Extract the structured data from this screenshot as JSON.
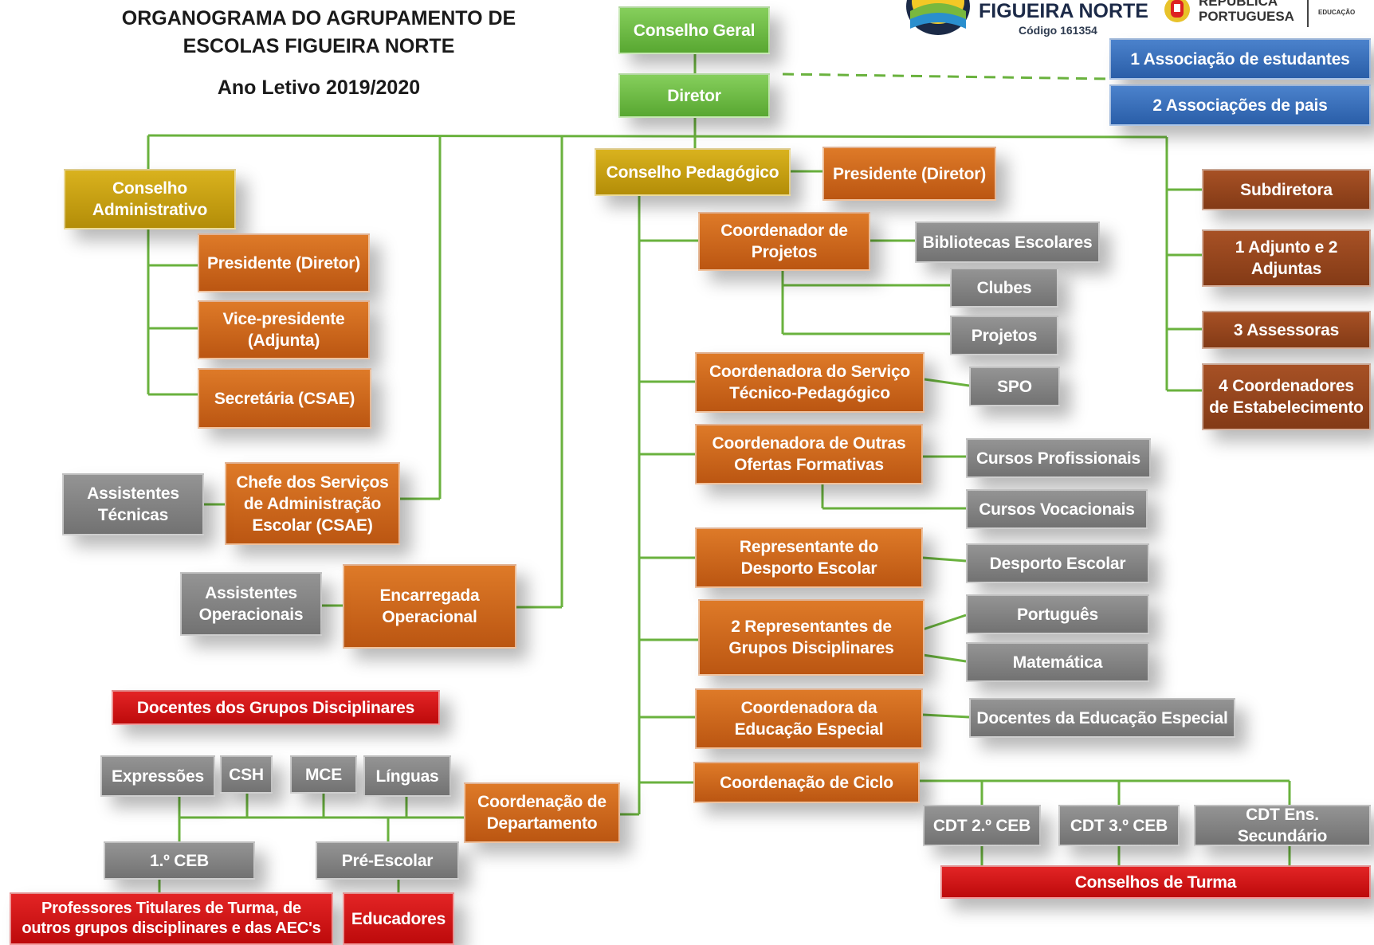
{
  "header": {
    "title_line1": "ORGANOGRAMA DO AGRUPAMENTO DE",
    "title_line2": "ESCOLAS FIGUEIRA NORTE",
    "year": "Ano Letivo 2019/2020"
  },
  "logo": {
    "school_name": "FIGUEIRA NORTE",
    "code": "Código 161354",
    "republic_line1": "REPÚBLICA",
    "republic_line2": "PORTUGUESA",
    "ministry": "EDUCAÇÃO"
  },
  "colors": {
    "green": "#6ab23e",
    "gold": "#c9a010",
    "orange": "#cc6a1c",
    "brown": "#95461d",
    "gray": "#828282",
    "blue": "#3a6fb8",
    "red": "#d01516"
  },
  "nodes": {
    "conselho_geral": "Conselho Geral",
    "diretor": "Diretor",
    "assoc_estudantes": "1 Associação de estudantes",
    "assoc_pais": "2 Associações de pais",
    "conselho_administrativo": "Conselho Administrativo",
    "ca_presidente": "Presidente (Diretor)",
    "ca_vice": "Vice-presidente (Adjunta)",
    "ca_secretaria": "Secretária (CSAE)",
    "chefe_servicos": "Chefe dos Serviços de Administração Escolar (CSAE)",
    "assistentes_tecnicas": "Assistentes Técnicas",
    "encarregada": "Encarregada Operacional",
    "assistentes_operacionais": "Assistentes Operacionais",
    "conselho_pedagogico": "Conselho Pedagógico",
    "cp_presidente": "Presidente (Diretor)",
    "coord_projetos": "Coordenador de Projetos",
    "bibliotecas": "Bibliotecas Escolares",
    "clubes": "Clubes",
    "projetos": "Projetos",
    "coord_servico": "Coordenadora do Serviço Técnico-Pedagógico",
    "spo": "SPO",
    "coord_ofertas": "Coordenadora de Outras Ofertas Formativas",
    "cursos_profissionais": "Cursos Profissionais",
    "cursos_vocacionais": "Cursos Vocacionais",
    "rep_desporto": "Representante do Desporto Escolar",
    "desporto_escolar": "Desporto Escolar",
    "rep_grupos": "2 Representantes de Grupos Disciplinares",
    "portugues": "Português",
    "matematica": "Matemática",
    "coord_educacao_especial": "Coordenadora da Educação Especial",
    "docentes_ee": "Docentes da Educação Especial",
    "coord_ciclo": "Coordenação de Ciclo",
    "cdt_2": "CDT 2.º CEB",
    "cdt_3": "CDT 3.º CEB",
    "cdt_sec": "CDT Ens. Secundário",
    "conselhos_turma": "Conselhos de Turma",
    "subdiretora": "Subdiretora",
    "adjuntos": "1 Adjunto e 2 Adjuntas",
    "assessoras": "3 Assessoras",
    "coord_estabelecimento": "4 Coordenadores de Estabelecimento",
    "docentes_grupos": "Docentes dos Grupos Disciplinares",
    "expressoes": "Expressões",
    "csh": "CSH",
    "mce": "MCE",
    "linguas": "Línguas",
    "coord_departamento": "Coordenação de Departamento",
    "ceb1": "1.º CEB",
    "pre_escolar": "Pré-Escolar",
    "professores_titulares": "Professores Titulares de Turma, de outros grupos disciplinares e das AEC's",
    "educadores": "Educadores"
  }
}
